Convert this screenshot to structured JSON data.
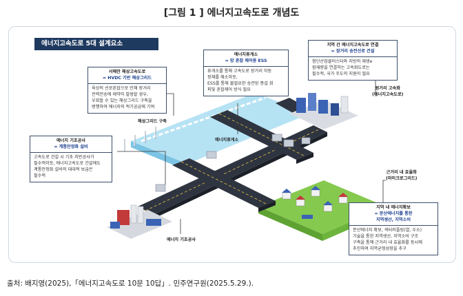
{
  "figure_title": "[그림 1 ] 에너지고속도로 개념도",
  "banner": "에너지고속도로 5대 설계요소",
  "boxes": {
    "west": {
      "head1": "서해안 해상고속도로",
      "head2": "= HVDC 기반 해상그리드",
      "lines": [
        "육상의 선로혼잡으로 인해 장거리",
        "전력전송에 제약이 발생할 경우,",
        "우회할 수 있는 해상그리드 구축을",
        "병행하여 에너지의 적기공급에 기여"
      ]
    },
    "rest": {
      "head1": "에너지휴게소",
      "head2": "= 망 혼잡 제어용 ESS",
      "lines": [
        "휴게소를 통해 고속도로 장거리 이동",
        "정체를 해소하듯,",
        "ESS를 통해 불필요한 송전망 증설 회",
        "피및 혼잡제어 방식 필요"
      ]
    },
    "region": {
      "head1": "지역 간 에너지고속도로 연결",
      "head2": "= 장거리 송전선로 건설",
      "lines": [
        "첨단산업클러스터와 지방의 재생e",
        "잠재량을 연결하는 고속화도로는",
        "필수적, 국가 주도의 지원이 필요"
      ]
    },
    "infra": {
      "head1": "에너지 기초공사",
      "head2": "= 계통안정화 설비",
      "lines": [
        "고속도로 건설 시 기초 지반공사가",
        "필수적이듯, 에너지고속도로 건설에도",
        "계통안정화 설비의 대대적 보급은",
        "필수적"
      ]
    },
    "local": {
      "head1": "지역 내 에너지확보",
      "head2": "= 분산에너지를 통한",
      "head3": "지역생산, 지역소비",
      "lines": [
        "분산에너지 확보, 섹터커플링(열, 수소)",
        "기술을 통한 지역생산, 지역소비 구조",
        "구축을 통해 근거리 내 효율화를 동시에",
        "추진하며 지역균형성장을 추구"
      ]
    }
  },
  "labels": {
    "offshore_grid": "해상그리드 구축",
    "rest_area": "에너지휴게소",
    "long_highway_1": "원거리 고속화",
    "long_highway_2": "(에너지고속도로)",
    "near_eff_1": "근거리 내 효율화",
    "near_eff_2": "(마이크로그리드)",
    "infra_work": "에너지 기초공사"
  },
  "source": "출처: 배지영(2025),「에너지고속도로 10문 10답」. 민주연구원(2025.5.29.).",
  "colors": {
    "banner": "#1f3a5f",
    "road": "#2f3540",
    "sea": "#9fd6ee",
    "land": "#7cc24a",
    "box_border": "#3a4d69"
  }
}
